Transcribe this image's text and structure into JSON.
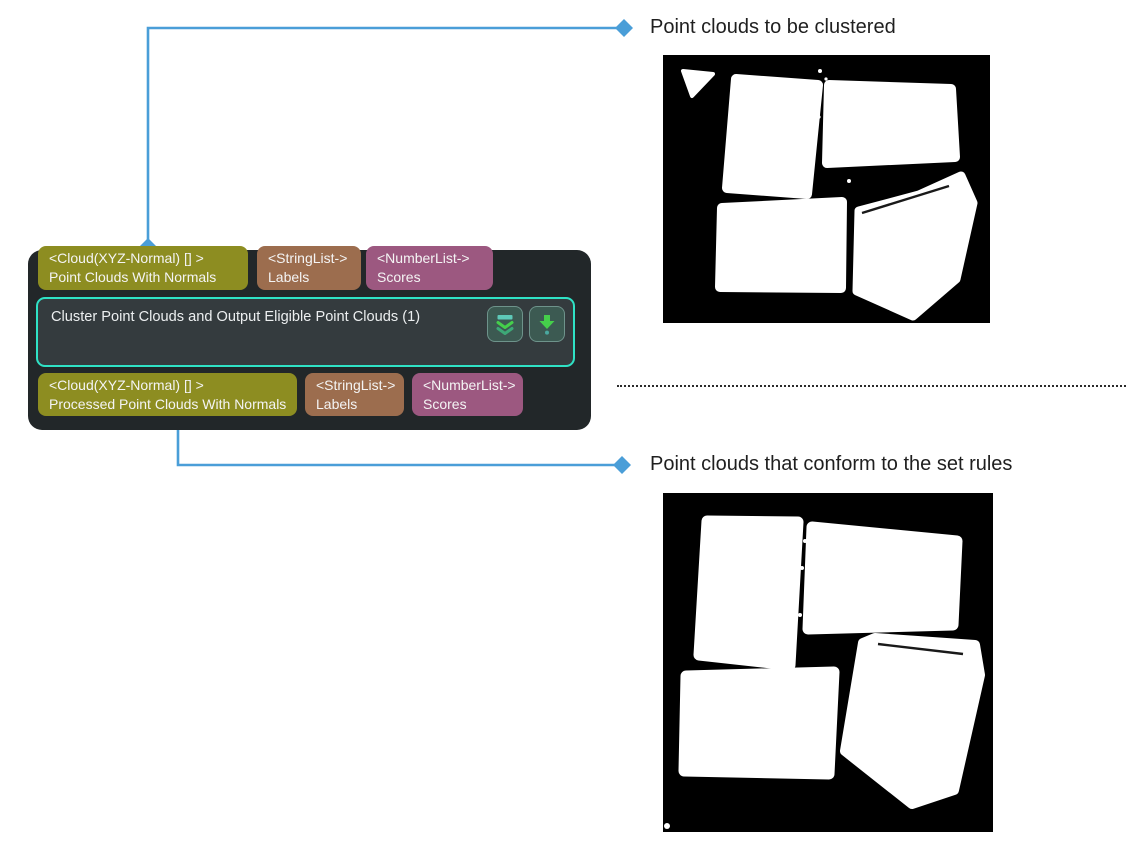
{
  "node": {
    "title": "Cluster Point Clouds and Output Eligible Point Clouds (1)",
    "input_ports": [
      {
        "datatype": "<Cloud(XYZ-Normal) [] >",
        "label": "Point Clouds With Normals",
        "color": "#8d8d21"
      },
      {
        "datatype": "<StringList->",
        "label": "Labels",
        "color": "#9c6d4e"
      },
      {
        "datatype": "<NumberList->",
        "label": "Scores",
        "color": "#9c5880"
      }
    ],
    "output_ports": [
      {
        "datatype": "<Cloud(XYZ-Normal) [] >",
        "label": "Processed Point Clouds With Normals",
        "color": "#8d8d21"
      },
      {
        "datatype": "<StringList->",
        "label": "Labels",
        "color": "#9c6d4e"
      },
      {
        "datatype": "<NumberList->",
        "label": "Scores",
        "color": "#9c5880"
      }
    ],
    "buttons": [
      {
        "name": "collapse-button",
        "icon": "double-chevron-down-icon"
      },
      {
        "name": "step-run-button",
        "icon": "arrow-down-icon"
      }
    ],
    "colors": {
      "body": "#222729",
      "center_bg": "#343b3e",
      "accent_teal": "#2fe2c5",
      "button_bg": "#3c5a52",
      "icon_green": "#45cf4b",
      "icon_teal": "#5ec9b8"
    }
  },
  "annotations": {
    "top_label": "Point clouds to be clustered",
    "bottom_label": "Point clouds that conform to the set rules",
    "connector_color": "#4a9ed8"
  }
}
